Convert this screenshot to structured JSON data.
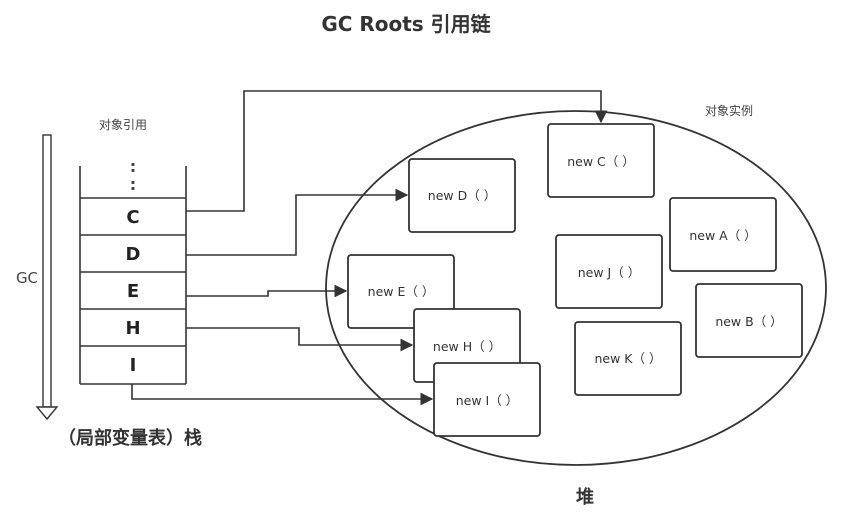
{
  "title": "GC Roots 引用链",
  "stack": {
    "header_label": "对象引用",
    "dots": ":",
    "cells": [
      "C",
      "D",
      "E",
      "H",
      "I"
    ],
    "gc_label": "GC",
    "footer_label": "（局部变量表）栈"
  },
  "heap": {
    "header_label": "对象实例",
    "footer_label": "堆",
    "objects": {
      "c": "new C（ ）",
      "d": "new D（ ）",
      "e": "new E（ ）",
      "h": "new H（ ）",
      "i": "new I（ ）",
      "j": "new J（ ）",
      "k": "new K（ ）",
      "a": "new A（ ）",
      "b": "new B（ ）"
    }
  }
}
